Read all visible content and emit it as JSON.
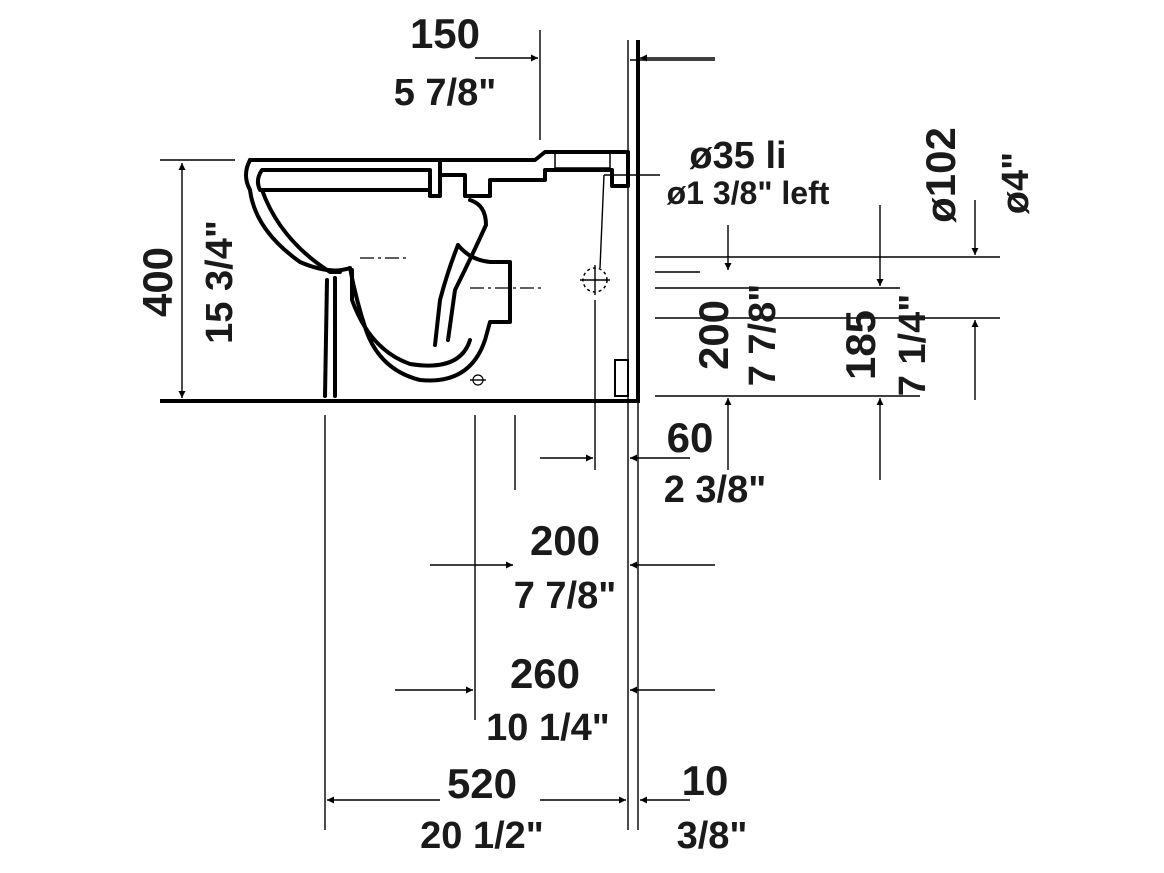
{
  "dimensions": {
    "top_offset": {
      "mm": "150",
      "inch": "5 7/8\""
    },
    "height": {
      "mm": "400",
      "inch": "15 3/4\""
    },
    "outlet_diameter": {
      "mm": "ø102",
      "inch": "ø4\""
    },
    "inlet": {
      "mm": "ø35 li",
      "inch": "ø1 3/8\" left"
    },
    "inlet_height": {
      "mm": "200",
      "inch": "7 7/8\""
    },
    "outlet_height": {
      "mm": "185",
      "inch": "7 1/4\""
    },
    "inlet_offset": {
      "mm": "60",
      "inch": "2 3/8\""
    },
    "outlet_center": {
      "mm": "200",
      "inch": "7 7/8\""
    },
    "fixing_distance": {
      "mm": "260",
      "inch": "10 1/4\""
    },
    "overall_depth": {
      "mm": "520",
      "inch": "20 1/2\""
    },
    "wall_gap": {
      "mm": "10",
      "inch": "3/8\""
    }
  }
}
